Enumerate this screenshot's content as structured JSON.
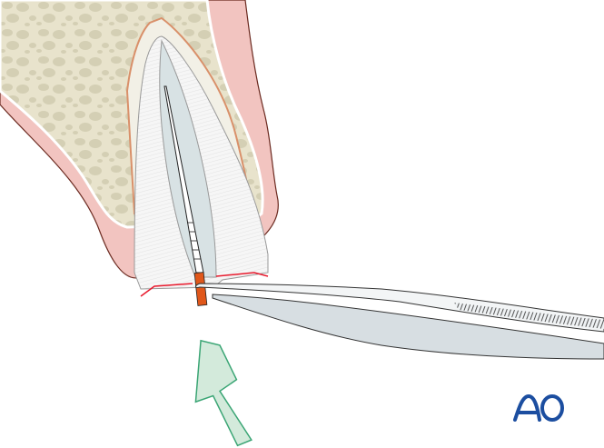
{
  "illustration": {
    "subject": "Tooth root in alveolar bone with endodontic instrument being removed by tweezers",
    "elements": {
      "bone": "cancellous-bone",
      "gingiva": "gingiva",
      "periodontal_ligament": "periodontal-ligament",
      "root": "tooth-root",
      "canal": "root-canal",
      "instrument": "endodontic-file",
      "tweezers": "tweezers",
      "arrow": "direction-arrow"
    }
  },
  "colors": {
    "bone_bg": "#e8e3cc",
    "bone_cells": "#d4cfb4",
    "gingiva": "#f2c4c0",
    "gingiva_outline": "#6b2a20",
    "ligament": "#d9906a",
    "root": "#f4f4f4",
    "canal": "#d8e2e4",
    "fracture_line": "#e8192c",
    "instrument_tip": "#e0571a",
    "tweezers": "#d7dee2",
    "arrow_fill": "#d3eadb",
    "arrow_stroke": "#3aa574",
    "logo": "#1c4ea0"
  },
  "logo": {
    "text": "AO"
  }
}
